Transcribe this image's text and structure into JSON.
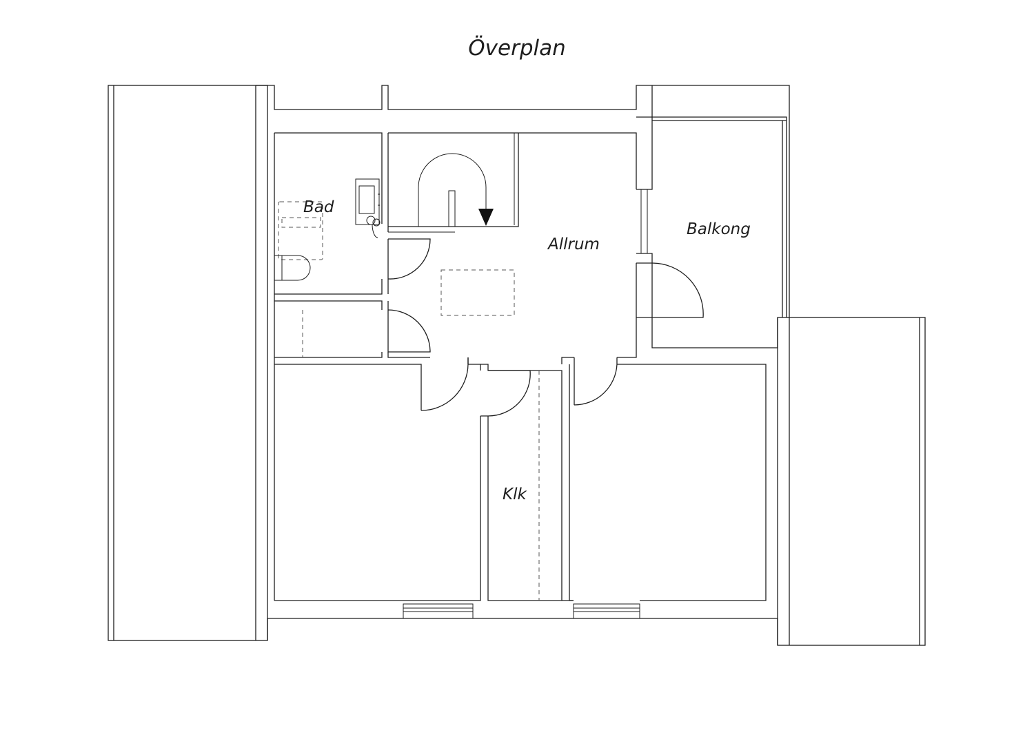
{
  "plan": {
    "title": "Överplan",
    "rooms": {
      "bad": "Bad",
      "allrum": "Allrum",
      "balkong": "Balkong",
      "klk": "Klk"
    }
  },
  "colors": {
    "line": "#1e1e1e",
    "background": "#ffffff"
  }
}
